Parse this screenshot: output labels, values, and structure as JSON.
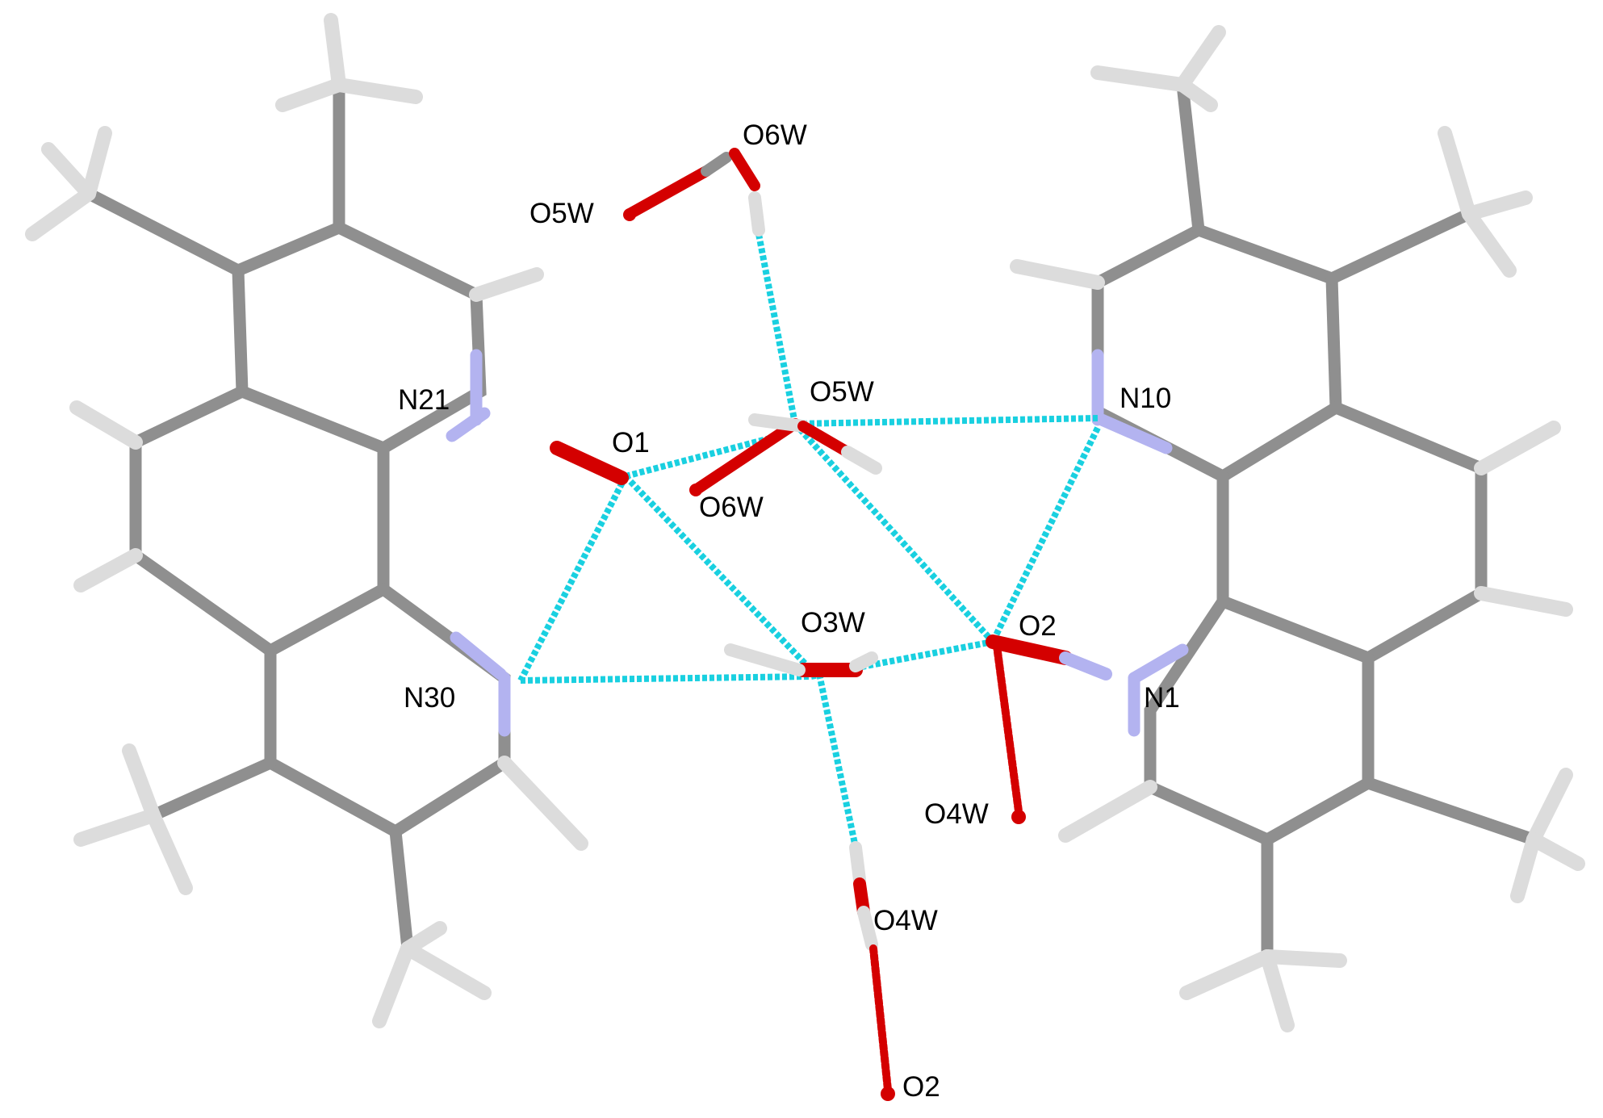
{
  "colors": {
    "carbon": "#8c8c8c",
    "hydrogen": "#e6e6e6",
    "nitrogen": "#b3b3f0",
    "oxygen": "#d40000",
    "hbond": "#19d0e0",
    "background": "#ffffff"
  },
  "labels": {
    "n21": "N21",
    "o1": "O1",
    "o5w_top": "O5W",
    "o6w_top": "O6W",
    "o5w_center": "O5W",
    "o6w_center": "O6W",
    "n10": "N10",
    "o3w": "O3W",
    "o2_center": "O2",
    "n30": "N30",
    "n1": "N1",
    "o4w_right": "O4W",
    "o4w_bottom": "O4W",
    "o2_bottom": "O2"
  }
}
